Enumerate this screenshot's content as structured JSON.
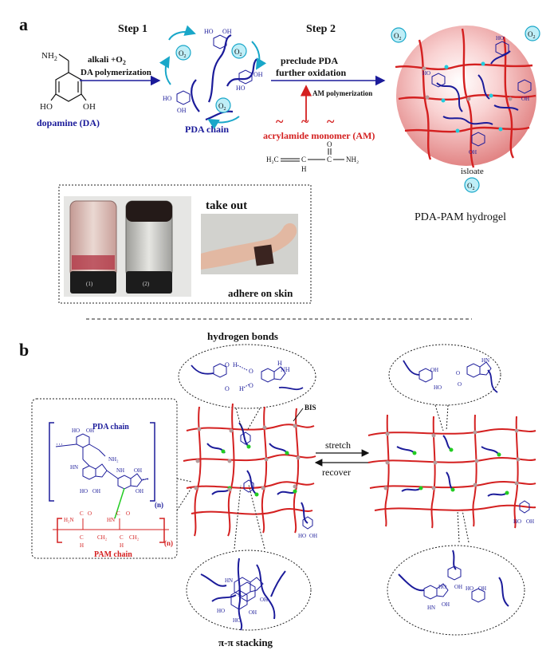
{
  "panel_a": {
    "label": "a",
    "step1": "Step 1",
    "step2": "Step 2",
    "dopamine_label": "dopamine (DA)",
    "nh2": "NH",
    "nh2_sub": "2",
    "ho": "HO",
    "oh": "OH",
    "step1_arrow_line1": "alkali +O",
    "step1_arrow_line1_sub": "2",
    "step1_arrow_line2": "DA polymerization",
    "pda_chain_label": "PDA chain",
    "o2": "O",
    "o2_sub": "2",
    "step2_arrow_line1": "preclude PDA",
    "step2_arrow_line2": "further oxidation",
    "am_polymerization": "AM polymerization",
    "tilde": "~",
    "am_label": "acrylamide monomer (AM)",
    "am_h2c": "H₂C",
    "am_c": "C",
    "am_h": "H",
    "am_o": "O",
    "am_nh2": "NH₂",
    "isloate": "isloate",
    "hydrogel_label": "PDA-PAM hydrogel",
    "take_out": "take out",
    "adhere": "adhere on skin",
    "vial1": "(1)",
    "vial2": "(2)"
  },
  "panel_b": {
    "label": "b",
    "hydrogen_bonds": "hydrogen bonds",
    "pipi": "π-π stacking",
    "bis": "BIS",
    "stretch": "stretch",
    "recover": "recover",
    "pda_chain": "PDA chain",
    "pam_chain": "PAM chain",
    "n": "(n)",
    "h2n": "H₂N",
    "nh2": "NH₂",
    "ho": "HO",
    "oh": "OH",
    "hn": "HN",
    "nh": "NH",
    "o": "O",
    "h": "H",
    "ch2": "CH₂",
    "c": "C",
    "dots": "···"
  },
  "colors": {
    "blue": "#1b1b9a",
    "red": "#d42020",
    "cyan": "#19a7c9",
    "green": "#22cc22",
    "crosslink": "#b59a9a"
  }
}
